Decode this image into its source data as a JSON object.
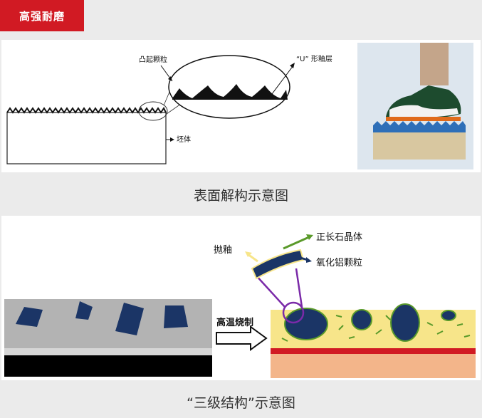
{
  "header": {
    "badge_text": "高强耐磨"
  },
  "surface_panel": {
    "label_bump_particles": "凸起颗粒",
    "label_u_glaze": "“U” 形釉层",
    "label_body": "坯体",
    "caption": "表面解构示意图"
  },
  "structure_panel": {
    "label_polish_glaze": "抛釉",
    "label_corundum": "正长石晶体",
    "label_alumina": "氧化铝颗粒",
    "label_firing": "高温烧制",
    "caption": "“三级结构”示意图"
  },
  "colors": {
    "brand_red": "#d11a23",
    "navy": "#1b3566",
    "glaze_yellow": "#f7e58a",
    "water_blue": "#2e6fb8",
    "tan": "#d8c7a0",
    "green": "#5a9a2a",
    "purple": "#7a2aa8"
  }
}
